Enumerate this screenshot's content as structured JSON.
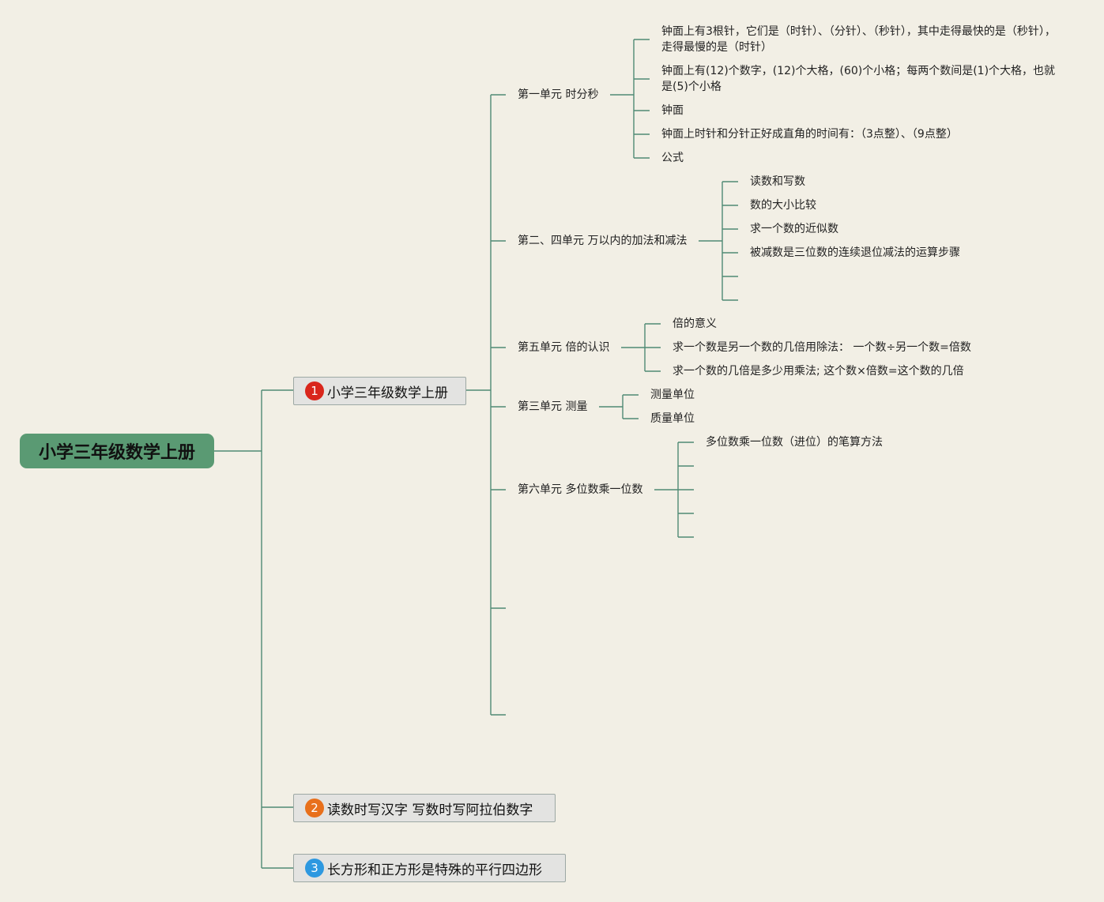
{
  "root": {
    "title": "小学三年级数学上册"
  },
  "main_nodes": [
    {
      "badge": "1",
      "label": "小学三年级数学上册",
      "color": "#d9261c"
    },
    {
      "badge": "2",
      "label": "读数时写汉字 写数时写阿拉伯数字",
      "color": "#e8701c"
    },
    {
      "badge": "3",
      "label": "长方形和正方形是特殊的平行四边形",
      "color": "#2d98e0"
    }
  ],
  "units": [
    {
      "label": "第一单元 时分秒",
      "items": [
        "钟面上有3根针，它们是（时针）、（分针）、（秒针），其中走得最快的是（秒针），走得最慢的是（时针）",
        "钟面上有(12)个数字，(12)个大格，(60)个小格；每两个数间是(1)个大格，也就是(5)个小格",
        "钟面",
        "钟面上时针和分针正好成直角的时间有：（3点整）、（9点整）",
        "公式"
      ]
    },
    {
      "label": "第二、四单元 万以内的加法和减法",
      "items": [
        "读数和写数",
        "数的大小比较",
        "求一个数的近似数",
        "被减数是三位数的连续退位减法的运算步骤",
        "",
        ""
      ]
    },
    {
      "label": "第五单元 倍的认识",
      "items": [
        "倍的意义",
        "求一个数是另一个数的几倍用除法： 一个数÷另一个数=倍数",
        "求一个数的几倍是多少用乘法; 这个数×倍数=这个数的几倍"
      ]
    },
    {
      "label": "第三单元 测量",
      "items": [
        "测量单位",
        "质量单位"
      ]
    },
    {
      "label": "第六单元 多位数乘一位数",
      "items": [
        "多位数乘一位数（进位）的笔算方法",
        "",
        "",
        "",
        ""
      ]
    }
  ],
  "colors": {
    "background": "#f2efe5",
    "root_fill": "#5a9a73",
    "line": "#4f8a74"
  }
}
